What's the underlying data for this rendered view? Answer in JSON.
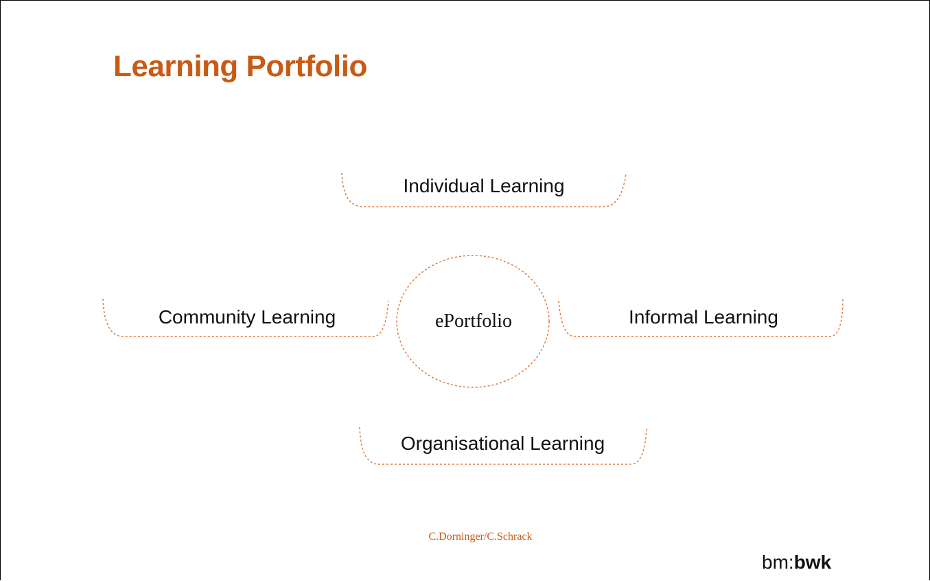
{
  "slide": {
    "title": "Learning Portfolio",
    "accent_color": "#c85a14",
    "frame_color": "#000000"
  },
  "diagram": {
    "center": {
      "label": "ePortfolio",
      "shape": "dotted-circle"
    },
    "nodes": [
      {
        "id": "individual",
        "label": "Individual Learning",
        "shape": "dotted-bracket"
      },
      {
        "id": "community",
        "label": "Community Learning",
        "shape": "dotted-bracket"
      },
      {
        "id": "informal",
        "label": "Informal Learning",
        "shape": "dotted-bracket"
      },
      {
        "id": "organisational",
        "label": "Organisational Learning",
        "shape": "dotted-bracket"
      }
    ]
  },
  "footer": {
    "credit": "C.Dorninger/C.Schrack",
    "logo_prefix": "bm:",
    "logo_bold": "bwk"
  }
}
